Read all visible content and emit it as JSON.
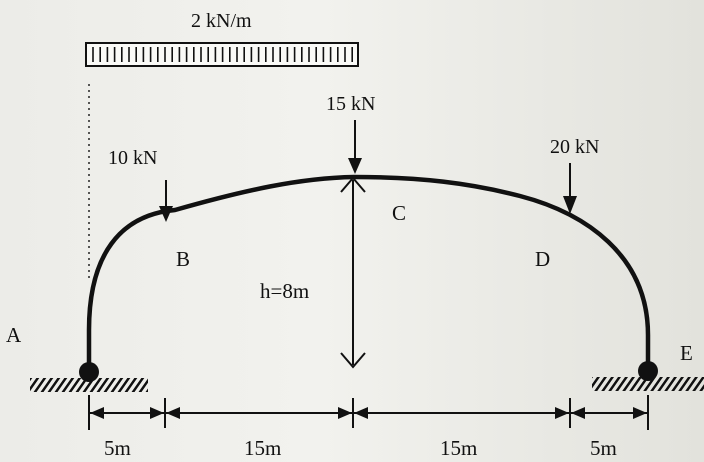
{
  "distributed_load": {
    "label": "2 kN/m"
  },
  "point_loads": [
    {
      "name": "load-b",
      "label": "10 kN"
    },
    {
      "name": "load-c",
      "label": "15 kN"
    },
    {
      "name": "load-d",
      "label": "20 kN"
    }
  ],
  "points": {
    "a": "A",
    "b": "B",
    "c": "C",
    "d": "D",
    "e": "E"
  },
  "height_label": "h=8m",
  "dimensions": [
    "5m",
    "15m",
    "15m",
    "5m"
  ],
  "colors": {
    "ink": "#111111",
    "background": "#ecece8"
  }
}
